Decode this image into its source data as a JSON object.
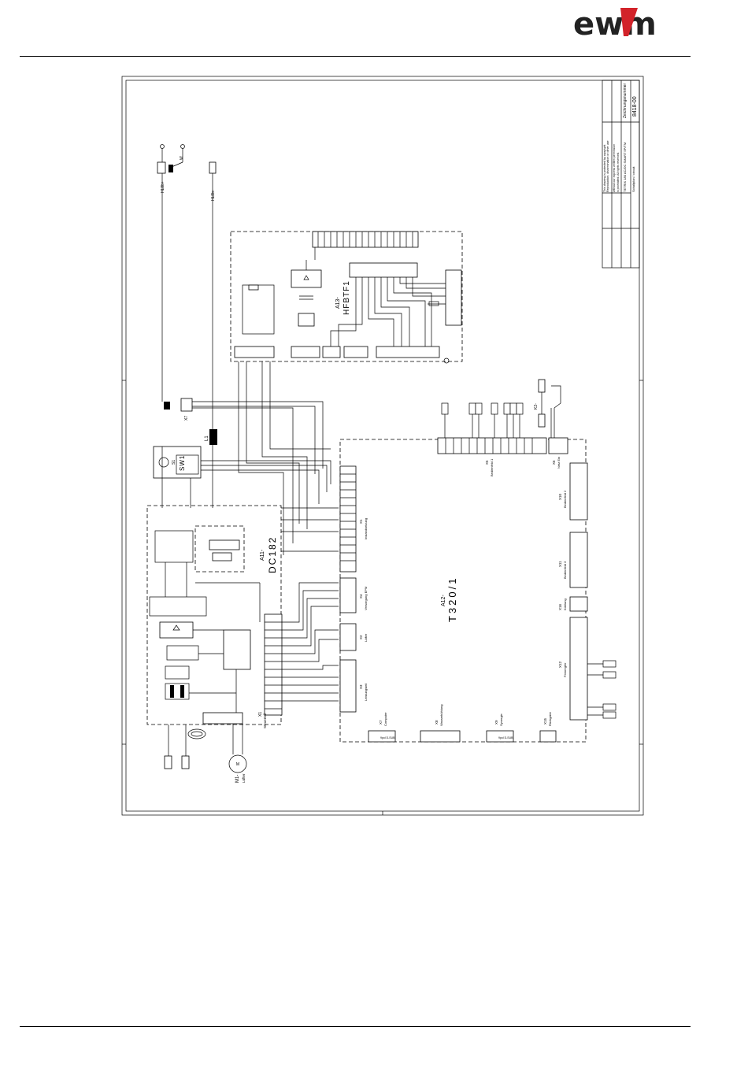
{
  "brand": {
    "logo_text": "ewm",
    "accent": "#d2232a"
  },
  "title_block": {
    "drawing_number": "8418-00",
    "drawing_label": "Zeichnungsnummer",
    "copyright_lines": [
      "This drawing is protected by copyright",
      "Reproduction, dissemination or other use",
      "without our express written permission",
      "is prohibited. All rights reserved."
    ],
    "product": "TETRIX 180 AC/DC SMART 5P/TM",
    "sheet": "Schaltplan / circuit"
  },
  "modules": {
    "a13": {
      "ref": "A13-",
      "name": "HFBTF1"
    },
    "a11": {
      "ref": "A11-",
      "name": "DC182"
    },
    "a12": {
      "ref": "A12-",
      "name": "T320/1"
    }
  },
  "components": {
    "hl8_plus": "HL8b+",
    "hl8_minus": "HL8b-",
    "switch_ref": "S1",
    "switch_name": "SW1",
    "inductor": "L1",
    "motor_ref": "M1-",
    "motor_name": "Lüfter",
    "relay": "K2-",
    "x7_plug": "X7",
    "protective_w": "W",
    "socket_l1": "L1"
  },
  "connectors": {
    "x1": {
      "ref": "X1",
      "name": "Instandsetzung"
    },
    "x2": {
      "ref": "X2",
      "name": "Lüfter"
    },
    "x3": {
      "ref": "X3",
      "name": "Leistungsteil"
    },
    "x4": {
      "ref": "X4",
      "name": "Versorgung EPM"
    },
    "x5": {
      "ref": "X5",
      "name": "Bedienfeld 1"
    },
    "x6": {
      "ref": "X6",
      "name": "Netz Ein"
    },
    "x7": {
      "ref": "X7",
      "name": "Computer"
    },
    "x8": {
      "ref": "X8",
      "name": "Wasserkühlung"
    },
    "x9": {
      "ref": "X9",
      "name": "Synergie"
    },
    "x10": {
      "ref": "X10",
      "name": "Bedienfeld 2"
    },
    "x11": {
      "ref": "X11",
      "name": "Bedienfeld 3"
    },
    "x12": {
      "ref": "X12",
      "name": "Fernregler"
    },
    "x15": {
      "ref": "X15",
      "name": "Rückgabe"
    },
    "x16": {
      "ref": "X16",
      "name": "Kühlung"
    },
    "xlr": {
      "ref": "X1",
      "name": "Steuerteil"
    },
    "sub_d": "9pol D-SUB"
  }
}
